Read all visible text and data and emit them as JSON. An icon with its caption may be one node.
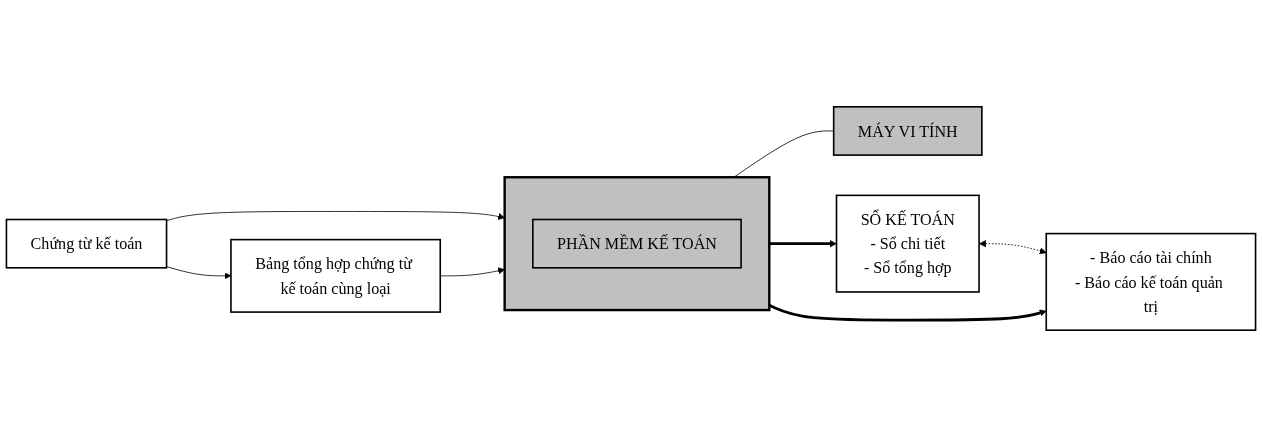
{
  "diagram": {
    "nodes": [
      {
        "text": [
          "Chứng từ kế toán"
        ]
      },
      {
        "text": [
          "Bảng tổng hợp chứng từ kế toán cùng loại"
        ]
      },
      {
        "text": [],
        "shape": "box"
      },
      {
        "text": [
          "PHẦN MỀM KẾ TOÁN"
        ],
        "in": 2
      },
      {
        "text": [
          "MÁY VI TÍNH"
        ]
      },
      {
        "text": [
          "SỔ KẾ TOÁN",
          "- Sổ chi tiết",
          "- Sổ tổng hợp"
        ]
      },
      {
        "text": [
          "- Báo cáo tài chính",
          "- Báo cáo kế toán quản trị"
        ]
      }
    ],
    "edges": [
      {
        "from": 0,
        "to": 1,
        "arrow": "to"
      },
      {
        "from": 0,
        "to": 2,
        "arrow": "to"
      },
      {
        "from": 1,
        "to": 2,
        "arrow": "to"
      },
      {
        "from": 2,
        "to": 4,
        "arrow": "none"
      },
      {
        "from": 2,
        "to": 5,
        "arrow": "to",
        "style": "thick"
      },
      {
        "from": 2,
        "to": 6,
        "arrow": "to",
        "style": "thick"
      },
      {
        "from": 5,
        "to": 6,
        "arrow": "both",
        "style": "dashed"
      }
    ]
  }
}
